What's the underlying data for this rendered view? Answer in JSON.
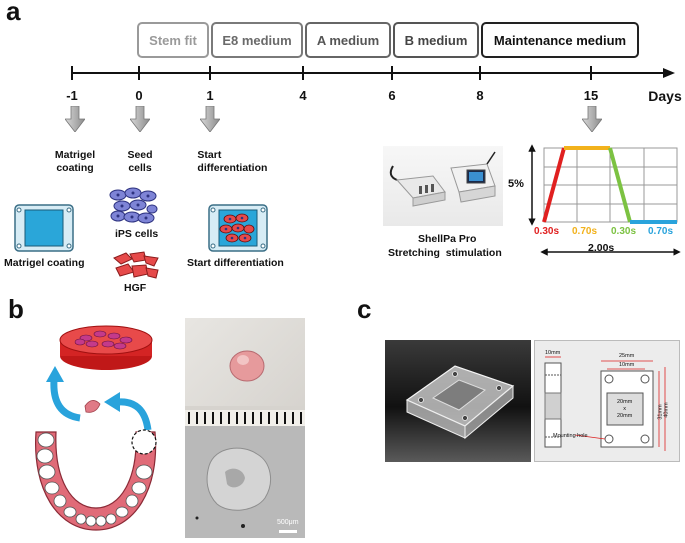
{
  "panel_labels": {
    "a": "a",
    "b": "b",
    "c": "c"
  },
  "stages": [
    {
      "label": "Stem fit",
      "color": "#9a9a9a",
      "text_color": "#9a9a9a"
    },
    {
      "label": "E8 medium",
      "color": "#7a7a7a",
      "text_color": "#6a6a6a"
    },
    {
      "label": "A medium",
      "color": "#666666",
      "text_color": "#555555"
    },
    {
      "label": "B medium",
      "color": "#555555",
      "text_color": "#444444"
    },
    {
      "label": "Maintenance medium",
      "color": "#222222",
      "text_color": "#111111"
    }
  ],
  "timeline": {
    "ticks": [
      "-1",
      "0",
      "1",
      "4",
      "6",
      "8",
      "15"
    ],
    "unit": "Days"
  },
  "steps": {
    "matrigel": "Matrigel\ncoating",
    "seed": "Seed\ncells",
    "start": "Start\ndifferentiation"
  },
  "illus_labels": {
    "matrigel_coating": "Matrigel coating",
    "ips": "iPS cells",
    "hgf": "HGF",
    "start_diff": "Start differentiation"
  },
  "device": {
    "name": "ShellPa Pro",
    "sub": "Stretching  stimulation"
  },
  "stretch": {
    "amplitude": "5%",
    "segments": [
      {
        "label": "0.30s",
        "color": "#e02020"
      },
      {
        "label": "0.70s",
        "color": "#f2b21c"
      },
      {
        "label": "0.30s",
        "color": "#7cc242"
      },
      {
        "label": "0.70s",
        "color": "#29a3dc"
      }
    ],
    "total": "2.00s"
  },
  "scale_bar": "500μm",
  "chamber": {
    "dim_10mm_left": "10mm",
    "dim_25mm": "25mm",
    "dim_10mm_top": "10mm",
    "center": "20mm\nx\n20mm",
    "dim_31mm": "31mm",
    "dim_40mm": "40mm",
    "mounting": "Mounting hole"
  }
}
